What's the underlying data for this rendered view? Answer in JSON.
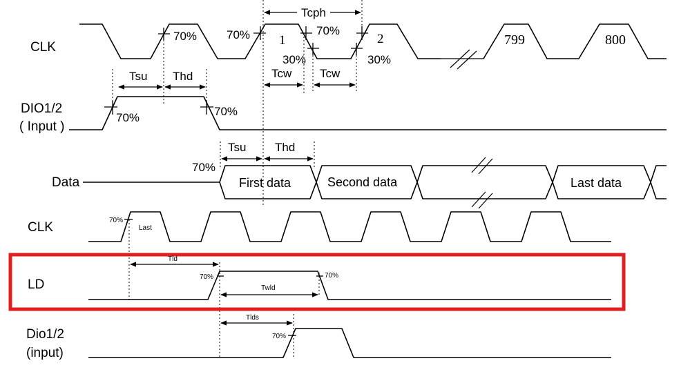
{
  "colors": {
    "highlight": "#e02020"
  },
  "signals": {
    "clk_top": "CLK",
    "dio_top_1": "DIO1/2",
    "dio_top_2": "( Input )",
    "data": "Data",
    "clk_bottom": "CLK",
    "ld": "LD",
    "dio_bottom_1": "Dio1/2",
    "dio_bottom_2": "(input)"
  },
  "timing": {
    "tcph": "Tcph",
    "tcw": "Tcw",
    "tsu": "Tsu",
    "thd": "Thd",
    "tld": "Tld",
    "twld": "Twld",
    "tlds": "Tlds"
  },
  "levels": {
    "high": "70%",
    "low": "30%"
  },
  "clock_labels": {
    "first": "1",
    "second": "2",
    "n799": "799",
    "n800": "800",
    "last": "Last"
  },
  "data_labels": {
    "first": "First data",
    "second": "Second data",
    "last": "Last data"
  }
}
